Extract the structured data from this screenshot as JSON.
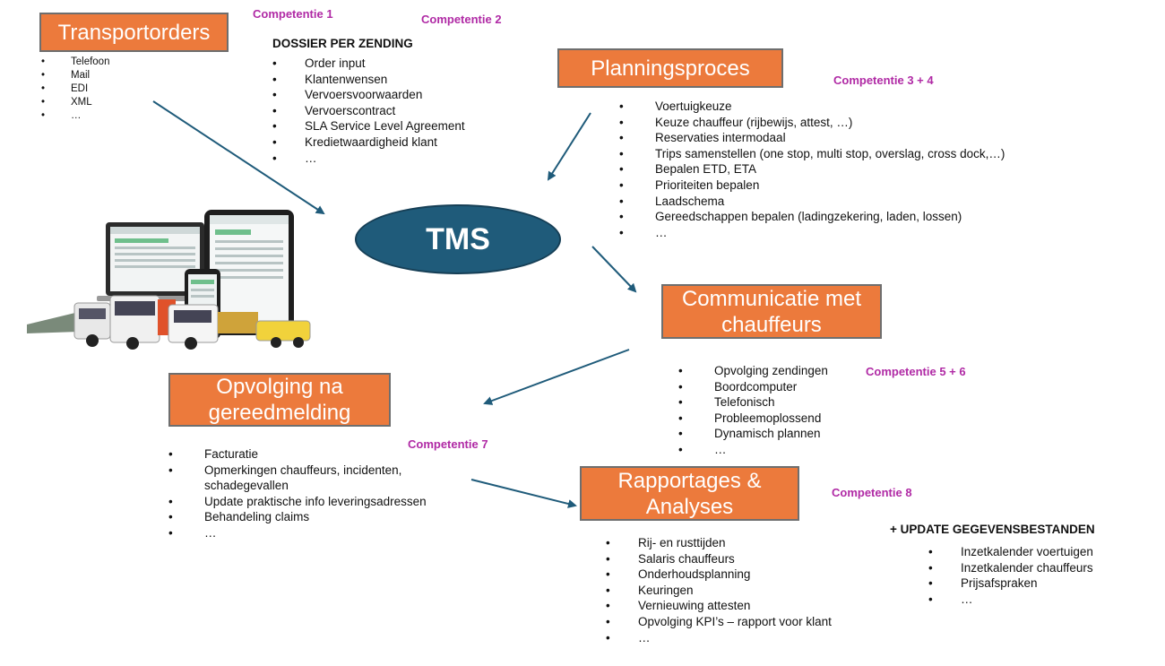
{
  "tms": "TMS",
  "boxes": {
    "transportorders": "Transportorders",
    "planning": "Planningsproces",
    "communicatie": "Communicatie met chauffeurs",
    "opvolging": "Opvolging na gereedmelding",
    "rapportages": "Rapportages & Analyses"
  },
  "competencies": {
    "c1": "Competentie 1",
    "c2": "Competentie 2",
    "c34": "Competentie 3 + 4",
    "c56": "Competentie 5 + 6",
    "c7": "Competentie 7",
    "c8": "Competentie 8"
  },
  "transportorders_items": [
    "Telefoon",
    "Mail",
    "EDI",
    "XML",
    "…"
  ],
  "dossier": {
    "heading": "DOSSIER PER ZENDING",
    "items": [
      "Order input",
      "Klantenwensen",
      "Vervoersvoorwaarden",
      "Vervoerscontract",
      "SLA Service Level Agreement",
      "Kredietwaardigheid klant",
      "…"
    ]
  },
  "planning_items": [
    "Voertuigkeuze",
    "Keuze chauffeur (rijbewijs, attest, …)",
    "Reservaties intermodaal",
    "Trips samenstellen (one stop, multi stop, overslag, cross dock,…)",
    "Bepalen ETD, ETA",
    "Prioriteiten bepalen",
    "Laadschema",
    "Gereedschappen bepalen (ladingzekering, laden, lossen)",
    "…"
  ],
  "communicatie_items": [
    "Opvolging zendingen",
    "Boordcomputer",
    "Telefonisch",
    "Probleemoplossend",
    "Dynamisch plannen",
    "…"
  ],
  "opvolging_items": [
    "Facturatie",
    "Opmerkingen chauffeurs, incidenten, schadegevallen",
    "Update praktische info leveringsadressen",
    "Behandeling claims",
    "…"
  ],
  "rapportages_items": [
    "Rij- en rusttijden",
    "Salaris chauffeurs",
    "Onderhoudsplanning",
    "Keuringen",
    "Vernieuwing attesten",
    "Opvolging KPI’s – rapport voor klant",
    "…"
  ],
  "update": {
    "heading": "+ UPDATE GEGEVENSBESTANDEN",
    "items": [
      "Inzetkalender voertuigen",
      "Inzetkalender chauffeurs",
      "Prijsafspraken",
      "…"
    ]
  },
  "colors": {
    "box": "#ec7a3c",
    "tms": "#1f5b7a",
    "arrow": "#1f5b7a",
    "competentie": "#b02aa5"
  }
}
